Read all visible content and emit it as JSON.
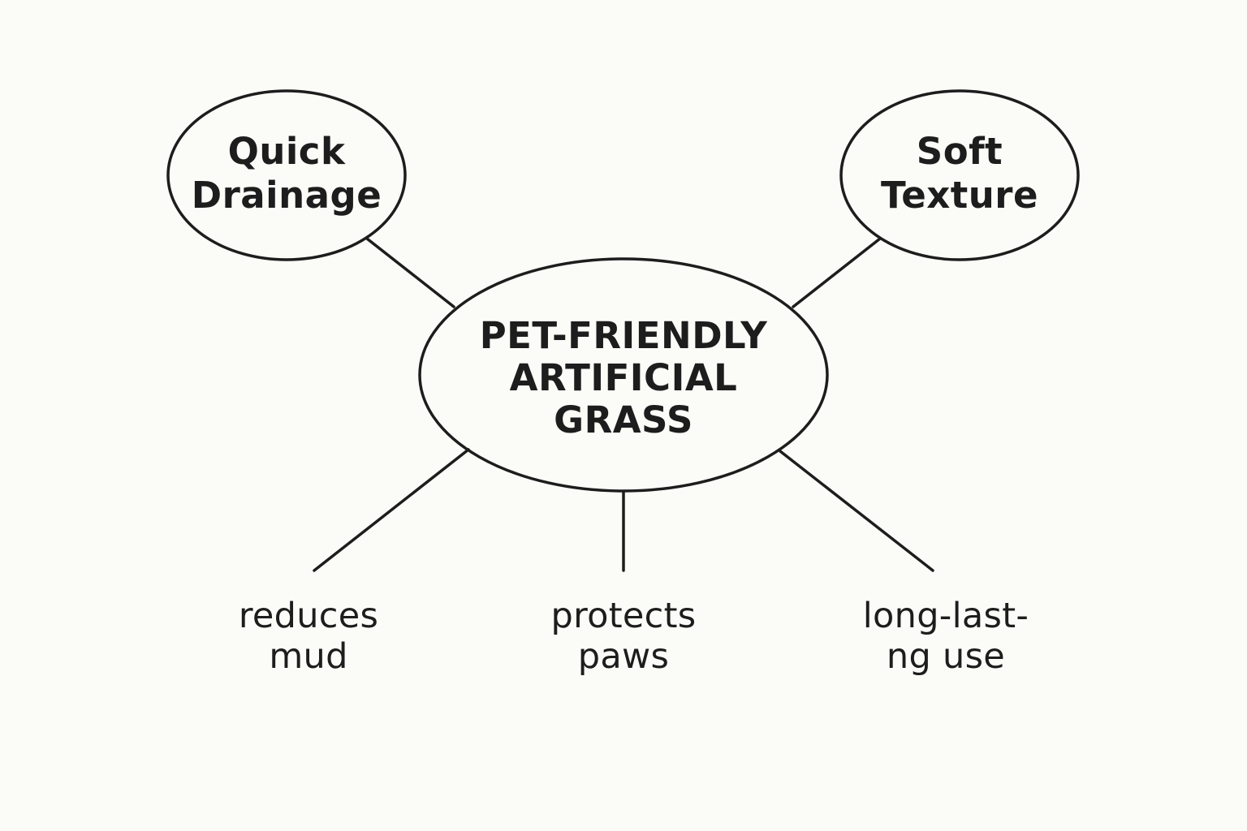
{
  "diagram": {
    "center": {
      "lines": [
        "PET-FRIENDLY",
        "ARTIFICIAL",
        "GRASS"
      ]
    },
    "bubbles": [
      {
        "id": "quick-drainage",
        "lines": [
          "Quick",
          "Drainage"
        ]
      },
      {
        "id": "soft-texture",
        "lines": [
          "Soft",
          "Texture"
        ]
      }
    ],
    "leaves": [
      {
        "id": "reduces-mud",
        "lines": [
          "reduces",
          "mud"
        ]
      },
      {
        "id": "protects-paws",
        "lines": [
          "protects",
          "paws"
        ]
      },
      {
        "id": "long-lasting-use",
        "lines": [
          "long-last-",
          "ng use"
        ]
      }
    ],
    "colors": {
      "background": "#fbfbf7",
      "stroke": "#1d1d1d",
      "text": "#1d1d1d"
    }
  }
}
